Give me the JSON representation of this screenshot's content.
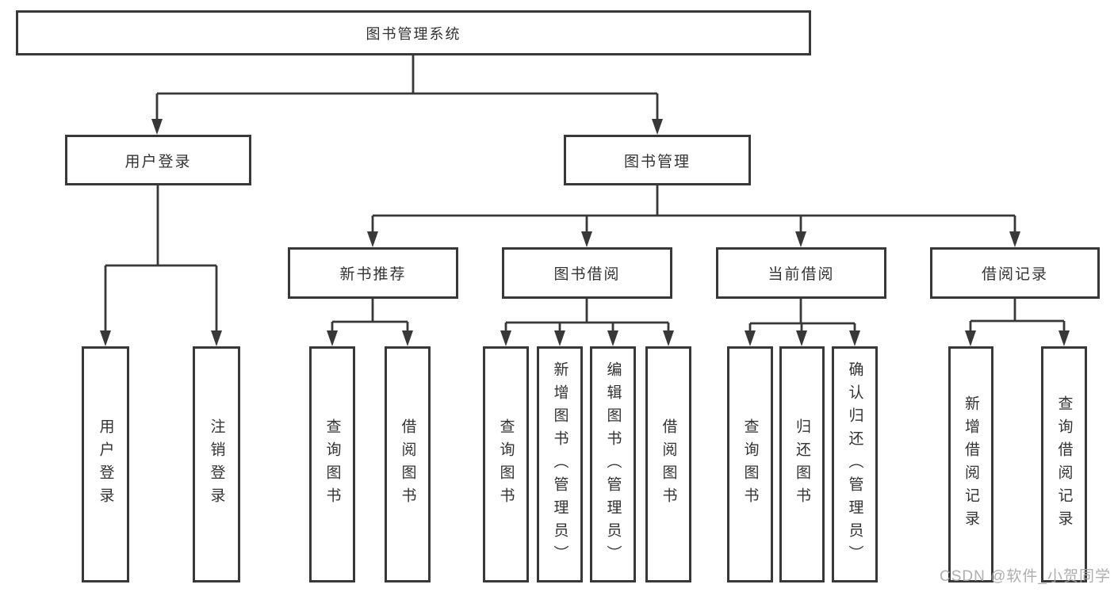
{
  "diagram": {
    "title": "图书管理系统",
    "level2": [
      {
        "label": "用户登录"
      },
      {
        "label": "图书管理"
      }
    ],
    "level3": [
      {
        "label": "新书推荐"
      },
      {
        "label": "图书借阅"
      },
      {
        "label": "当前借阅"
      },
      {
        "label": "借阅记录"
      }
    ],
    "leaves": [
      {
        "label": "用户登录"
      },
      {
        "label": "注销登录"
      },
      {
        "label": "查询图书"
      },
      {
        "label": "借阅图书"
      },
      {
        "label": "查询图书"
      },
      {
        "label": "新增图书（管理员）"
      },
      {
        "label": "编辑图书（管理员）"
      },
      {
        "label": "借阅图书"
      },
      {
        "label": "查询图书"
      },
      {
        "label": "归还图书"
      },
      {
        "label": "确认归还（管理员）"
      },
      {
        "label": "新增借阅记录"
      },
      {
        "label": "查询借阅记录"
      }
    ]
  },
  "watermark": "CSDN @软件_小贺同学",
  "colors": {
    "line": "#383838",
    "text": "#333333",
    "watermark": "#a6a6a6",
    "background": "#ffffff"
  }
}
